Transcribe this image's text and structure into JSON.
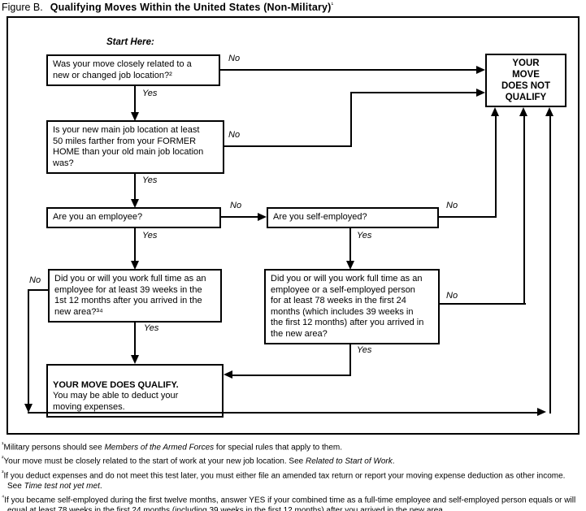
{
  "figure": {
    "label": "Figure B.",
    "title": "Qualifying Moves Within the United States (Non-Military)",
    "title_footnote_marker": "¹"
  },
  "flowchart": {
    "start_label": "Start Here:",
    "no_label": "No",
    "yes_label": "Yes",
    "boxes": {
      "q1": {
        "text": "Was your move closely related to a\nnew or changed job location?²"
      },
      "q2": {
        "text": "Is your new main job location at least\n50 miles farther from your FORMER\nHOME than your old main job location\nwas?"
      },
      "q3": {
        "text": "Are you an employee?"
      },
      "q4": {
        "text": "Are you self-employed?"
      },
      "q5": {
        "text": "Did you or will you work full time as an\nemployee for at least 39 weeks in the\n1st 12 months after you arrived in the\nnew area?³⁴"
      },
      "q6": {
        "text": "Did you or will you work full time as an\nemployee or a self-employed person\nfor at least 78 weeks in the first 24\nmonths (which includes 39 weeks in\nthe first 12 months) after you arrived in\nthe new area?"
      },
      "qualify": {
        "heading": "YOUR MOVE DOES QUALIFY.",
        "text": "You may be able to deduct your\nmoving expenses."
      },
      "not_qualify": {
        "text": "YOUR\nMOVE\nDOES NOT\nQUALIFY"
      }
    }
  },
  "footnotes": [
    {
      "marker": "¹",
      "pre": "Military persons should see ",
      "em": "Members of the Armed Forces",
      "post": " for special rules that apply to them."
    },
    {
      "marker": "²",
      "pre": "Your move must be closely related to the start of work at your new job location. See ",
      "em": "Related to Start of Work",
      "post": "."
    },
    {
      "marker": "³",
      "pre": "If you deduct expenses and do not meet this test later, you must either file an amended tax return or report your moving expense deduction as other income. See ",
      "em": "Time test not yet met",
      "post": "."
    },
    {
      "marker": "⁴",
      "pre": "If you became self-employed during the first twelve months, answer YES if your combined time as a full-time employee and self-employed person equals or will equal at least 78 weeks in the first 24 months (including 39 weeks in the first 12 months) after you arrived in the new area.",
      "em": "",
      "post": ""
    }
  ],
  "colors": {
    "ink": "#000000",
    "background": "#ffffff"
  }
}
